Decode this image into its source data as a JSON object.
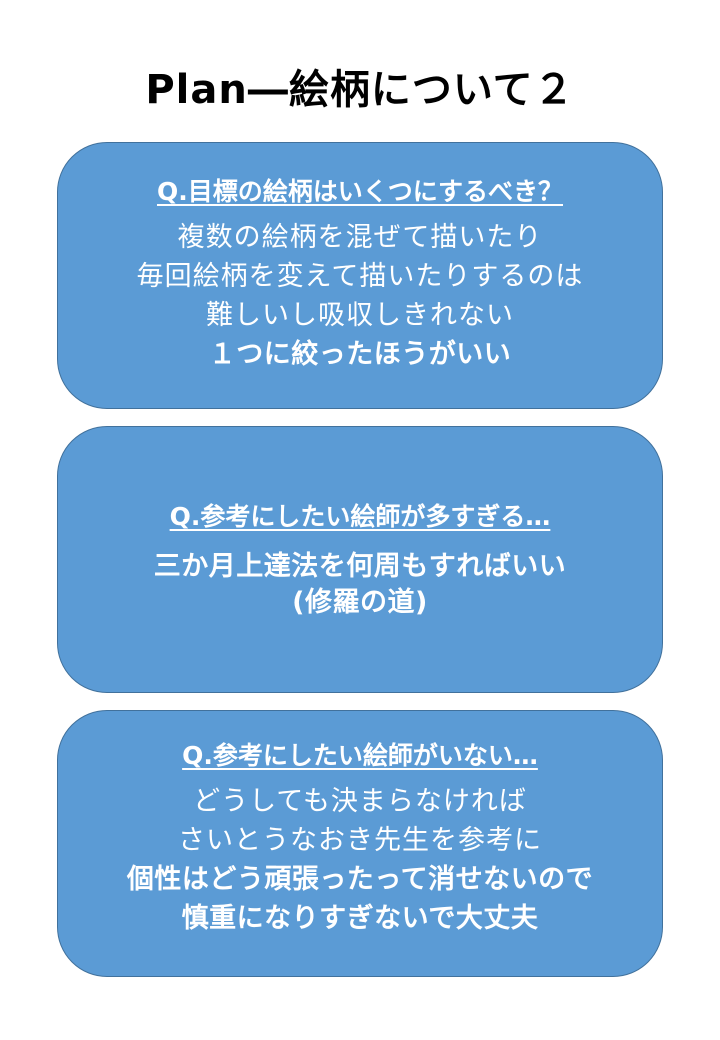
{
  "title": "Plan―絵柄について２",
  "cards": [
    {
      "question": "Q.目標の絵柄はいくつにするべき？",
      "lines": [
        {
          "text": "複数の絵柄を混ぜて描いたり"
        },
        {
          "text": "毎回絵柄を変えて描いたりするのは"
        },
        {
          "text": "難しいし吸収しきれない"
        },
        {
          "text": "１つに絞ったほうがいい"
        }
      ]
    },
    {
      "question": "Q.参考にしたい絵師が多すぎる…",
      "lines": [
        {
          "text": "三か月上達法を何周もすればいい"
        },
        {
          "text": "(修羅の道)"
        }
      ]
    },
    {
      "question": "Q.参考にしたい絵師がいない…",
      "lines": [
        {
          "text": "どうしても決まらなければ"
        },
        {
          "text": "さいとうなおき先生を参考に"
        },
        {
          "text": "個性はどう頑張ったって消せないので"
        },
        {
          "text": "慎重になりすぎないで大丈夫"
        }
      ]
    }
  ]
}
